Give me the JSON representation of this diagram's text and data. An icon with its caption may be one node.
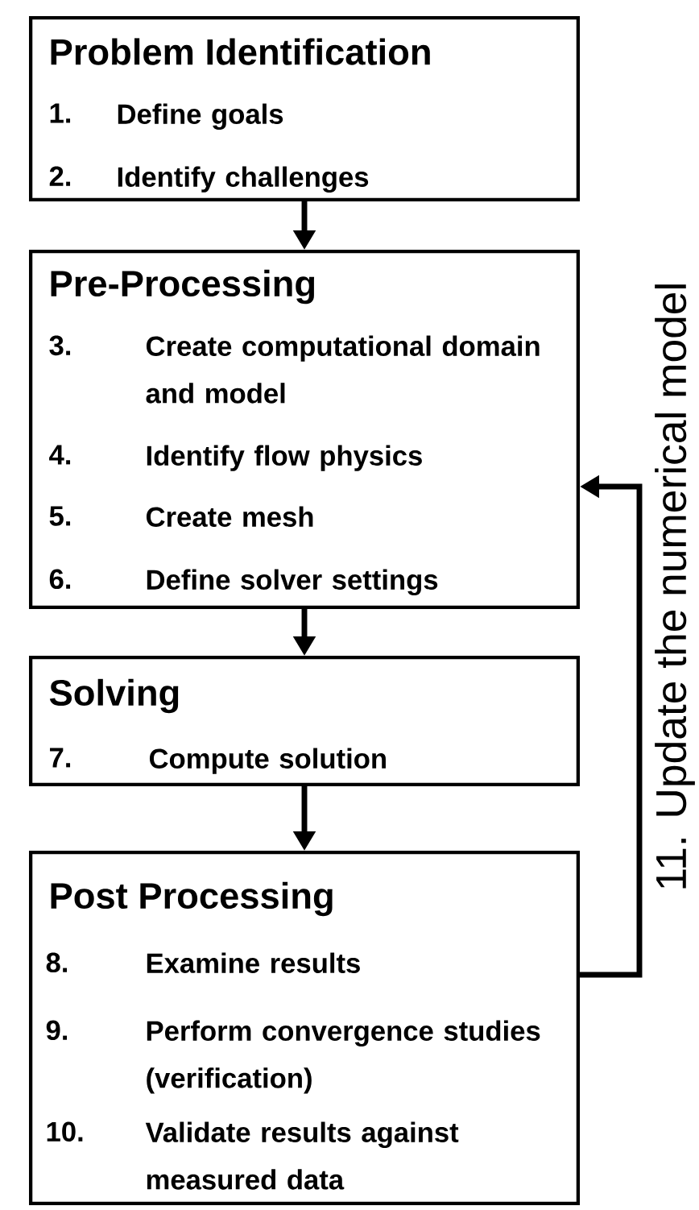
{
  "diagram": {
    "nodes": [
      {
        "text": [
          "Problem Identification",
          "1.",
          "Define goals",
          "2.",
          "Identify challenges"
        ]
      },
      {
        "text": [
          "Pre-Processing",
          "3.",
          "Create computational domain and model",
          "4.",
          "Identify flow physics",
          "5.",
          "Create mesh",
          "6.",
          "Define solver settings"
        ]
      },
      {
        "text": [
          "Solving",
          "7.",
          "Compute solution"
        ]
      },
      {
        "text": [
          "Post Processing",
          "8.",
          "Examine results",
          "9.",
          "Perform convergence studies (verification)",
          "10.",
          "Validate results against measured data"
        ]
      }
    ],
    "edges": [
      {
        "from": 0,
        "to": 1,
        "arrow": "to"
      },
      {
        "from": 1,
        "to": 2,
        "arrow": "to"
      },
      {
        "from": 2,
        "to": 3,
        "arrow": "to"
      },
      {
        "from": 3,
        "to": 1,
        "arrow": "to",
        "label": "11. Update the numerical model"
      }
    ]
  }
}
